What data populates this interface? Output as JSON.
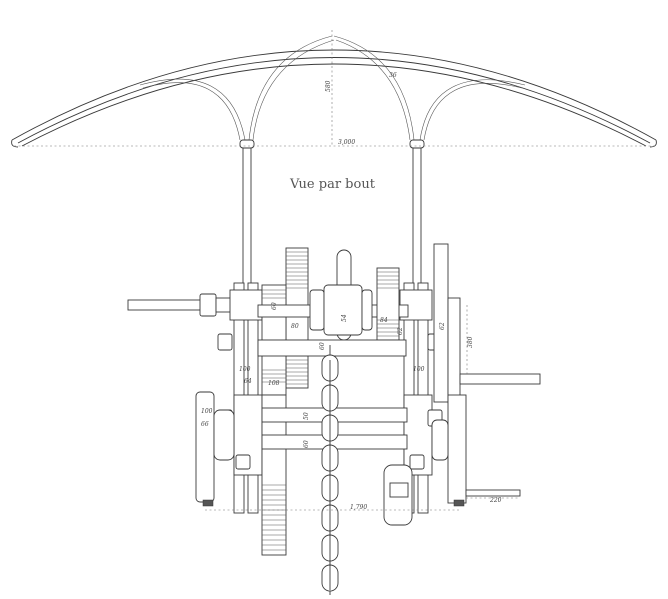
{
  "drawing": {
    "title": "Vue par bout",
    "subject": "End view of chain hoist / winch mechanism under arched roof",
    "dimensions": {
      "arch_rise": "580",
      "arch_span": "3,000",
      "rib_thickness": "36",
      "shaft_upper": "60",
      "pinion_width": "80",
      "shaft_center": "54",
      "drum_width": "84",
      "right_bracket_width": "62",
      "handle_offset": "380",
      "frame_width": "100",
      "frame_inner": "64",
      "gear_width": "108",
      "brake_width": "100",
      "brake_inner": "66",
      "chain_shaft_upper": "50",
      "chain_shaft_lower": "60",
      "base_span": "1,790",
      "base_right": "220"
    },
    "colors": {
      "line": "#3a3a3a",
      "paper": "#ffffff",
      "dim_line": "#777777"
    }
  }
}
